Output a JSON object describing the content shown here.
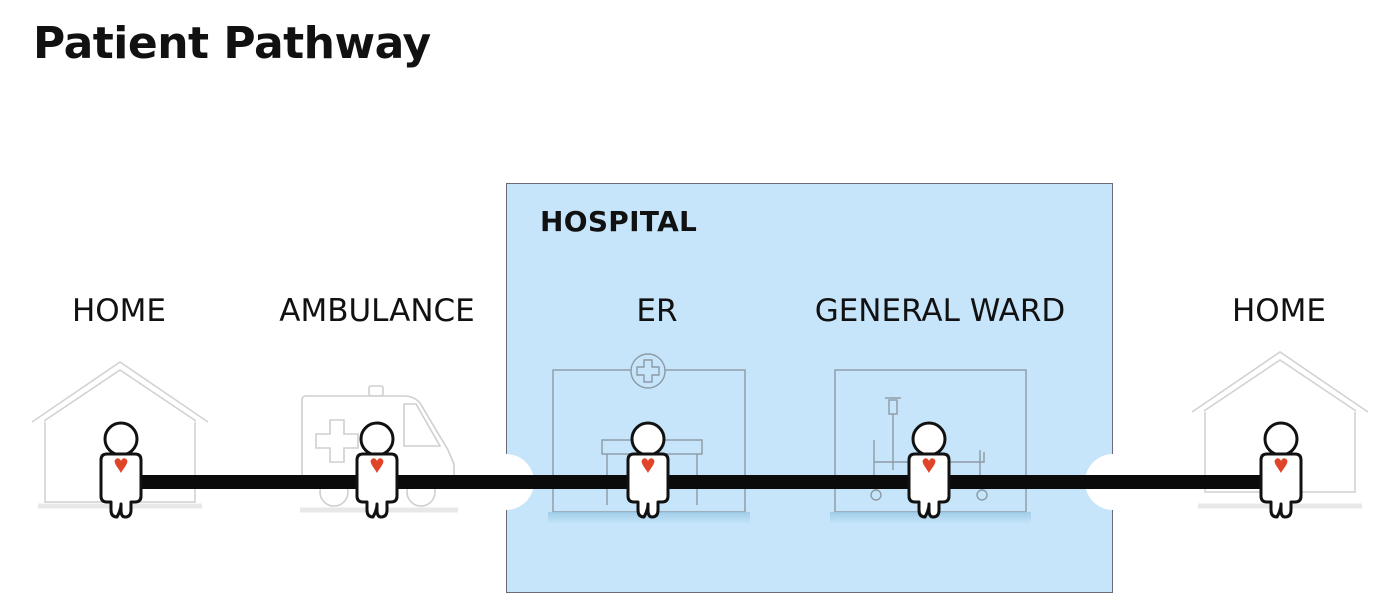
{
  "title": "Patient Pathway",
  "hospital": {
    "label": "HOSPITAL"
  },
  "stages": [
    {
      "label": "HOME",
      "icon": "house-icon",
      "in_hospital": false
    },
    {
      "label": "AMBULANCE",
      "icon": "ambulance-icon",
      "in_hospital": false
    },
    {
      "label": "ER",
      "icon": "emergency-room-icon",
      "in_hospital": true
    },
    {
      "label": "GENERAL WARD",
      "icon": "hospital-bed-icon",
      "in_hospital": true
    },
    {
      "label": "HOME",
      "icon": "house-icon",
      "in_hospital": false
    }
  ],
  "colors": {
    "hospital_fill": "#c6e5fa",
    "pathway_line": "#0b0b0b",
    "heart": "#e0452a",
    "icon_stroke": "#d2d2d2"
  }
}
